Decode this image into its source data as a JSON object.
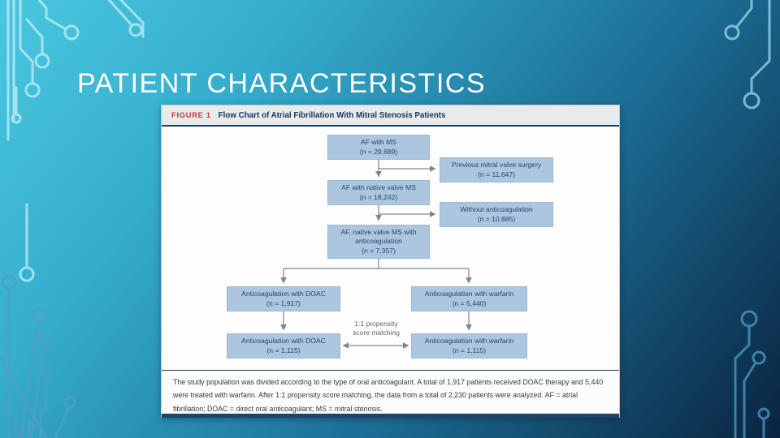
{
  "slide": {
    "title": "PATIENT CHARACTERISTICS"
  },
  "figure": {
    "label": "FIGURE 1",
    "title": "Flow Chart of Atrial Fibrillation With Mitral Stenosis Patients",
    "flowchart": {
      "boxes": [
        {
          "label": "AF with MS",
          "n": "(n = 29,889)"
        },
        {
          "label": "Previous mitral valve surgery",
          "n": "(n = 11,647)"
        },
        {
          "label": "AF with native valve MS",
          "n": "(n = 18,242)"
        },
        {
          "label": "Without anticoagulation",
          "n": "(n = 10,885)"
        },
        {
          "label": "AF, native valve MS with anticoagulation",
          "n": "(n = 7,357)"
        },
        {
          "label": "Anticoagulation with DOAC",
          "n": "(n = 1,917)"
        },
        {
          "label": "Anticoagulation with warfarin",
          "n": "(n = 5,440)"
        },
        {
          "label": "Anticoagulation with DOAC",
          "n": "(n = 1,115)"
        },
        {
          "label": "Anticoagulation with warfarin",
          "n": "(n = 1,115)"
        }
      ],
      "matching_label_line1": "1:1 propensity",
      "matching_label_line2": "score matching"
    },
    "caption": "The study population was divided according to the type of oral anticoagulant. A total of 1,917 patients received DOAC therapy and 5,440 were treated with warfarin. After 1:1 propensity score matching, the data from a total of 2,230 patients were analyzed. AF = atrial fibrillation; DOAC = direct oral anticoagulant; MS = mitral stenosis.",
    "colors": {
      "box_fill": "#adc6e0",
      "figure_label_red": "#bf4036",
      "accent_navy": "#1e3c60",
      "connector_gray": "#7c8692"
    }
  },
  "background": {
    "gradient_top_left": "#4bc7e0",
    "gradient_bottom_right": "#0a2440",
    "trace_color_top": "#b9eef5",
    "trace_color_bottom": "#4e9ecb"
  }
}
